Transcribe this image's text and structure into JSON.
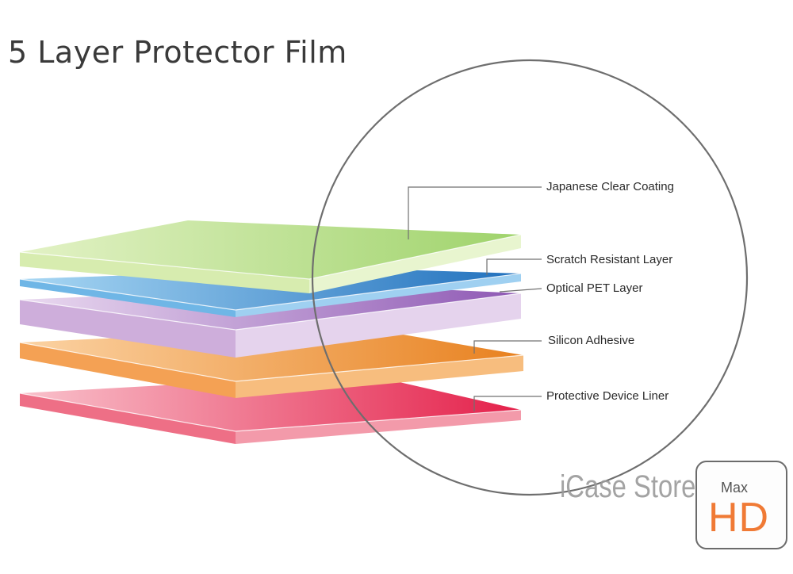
{
  "title": "5 Layer Protector Film",
  "layers": [
    {
      "label": "Japanese Clear Coating",
      "color_main": "#bfe38a",
      "color_dark": "#86c657"
    },
    {
      "label": "Scratch Resistant Layer",
      "color_main": "#8cc8ee",
      "color_dark": "#2a7cc4"
    },
    {
      "label": "Optical PET Layer",
      "color_main": "#d9bde4",
      "color_dark": "#8a55b0"
    },
    {
      "label": "Silicon Adhesive",
      "color_main": "#f6b46a",
      "color_dark": "#e07c22"
    },
    {
      "label": "Protective Device Liner",
      "color_main": "#f48aa0",
      "color_dark": "#e3294e"
    }
  ],
  "watermark": "iCase Store",
  "badge": {
    "top": "Max",
    "main": "HD"
  }
}
